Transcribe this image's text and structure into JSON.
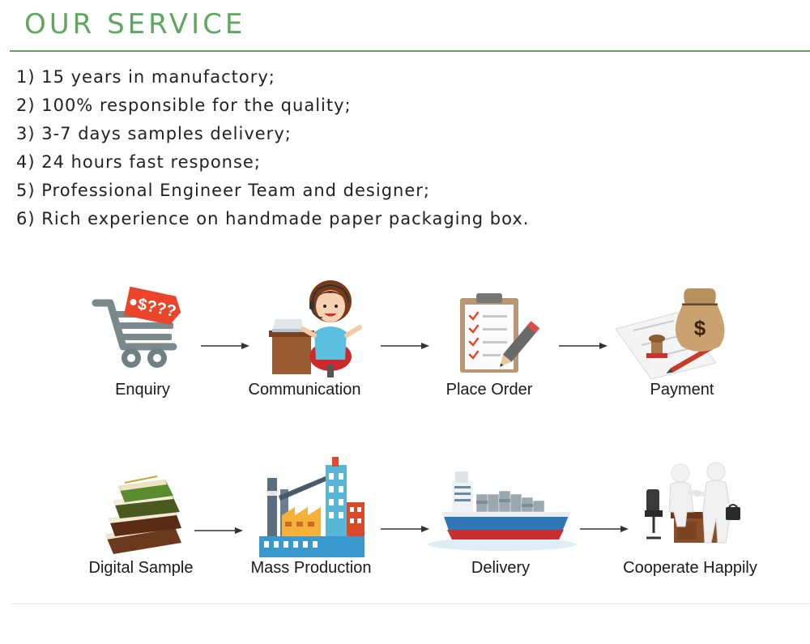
{
  "header": {
    "title": "OUR SERVICE"
  },
  "services": [
    "1) 15 years in manufactory;",
    "2) 100% responsible for the quality;",
    "3) 3-7 days samples delivery;",
    "4) 24 hours fast response;",
    "5) Professional Engineer Team and designer;",
    "6) Rich experience on handmade paper packaging box."
  ],
  "process": {
    "row1": [
      {
        "label": "Enquiry",
        "icon": "shopping-cart-price-tag-icon",
        "tag_text": "$???"
      },
      {
        "label": "Communication",
        "icon": "customer-service-woman-icon"
      },
      {
        "label": "Place Order",
        "icon": "clipboard-checklist-icon"
      },
      {
        "label": "Payment",
        "icon": "money-bag-contract-icon",
        "bag_text": "$"
      }
    ],
    "row2": [
      {
        "label": "Digital Sample",
        "icon": "stacked-books-icon"
      },
      {
        "label": "Mass Production",
        "icon": "factory-icon"
      },
      {
        "label": "Delivery",
        "icon": "cargo-ship-icon"
      },
      {
        "label": "Cooperate Happily",
        "icon": "handshake-meeting-icon"
      }
    ]
  },
  "colors": {
    "accent": "#5fa65f",
    "arrow": "#333333",
    "tag": "#e8452a"
  }
}
